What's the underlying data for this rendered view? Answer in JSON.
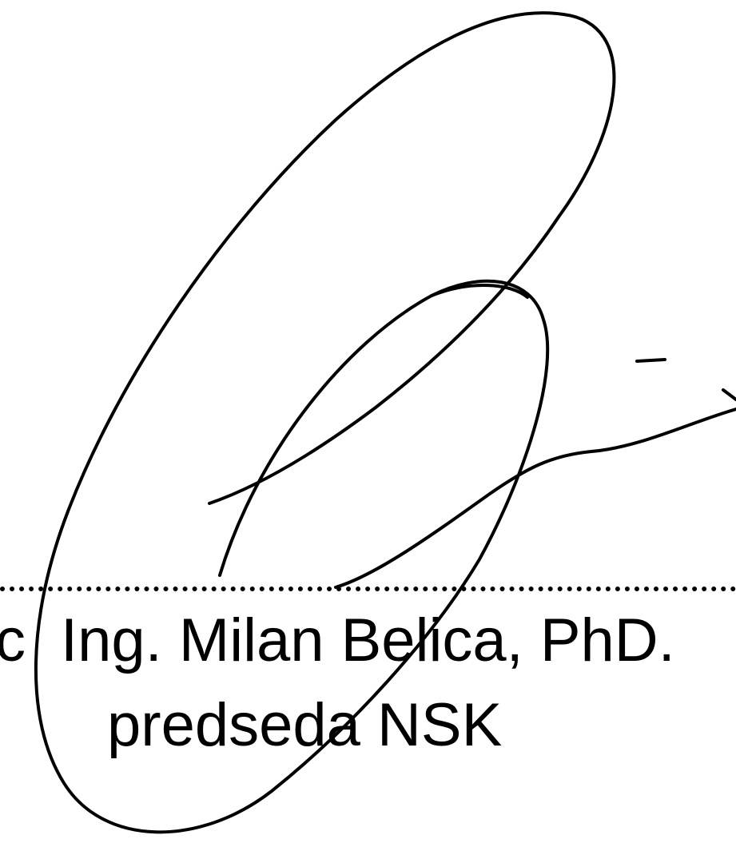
{
  "signatory": {
    "prefix_fragment": "c",
    "name": "Ing. Milan Belica, PhD.",
    "role": "predseda NSK"
  },
  "colors": {
    "ink": "#000000",
    "background": "#ffffff"
  }
}
